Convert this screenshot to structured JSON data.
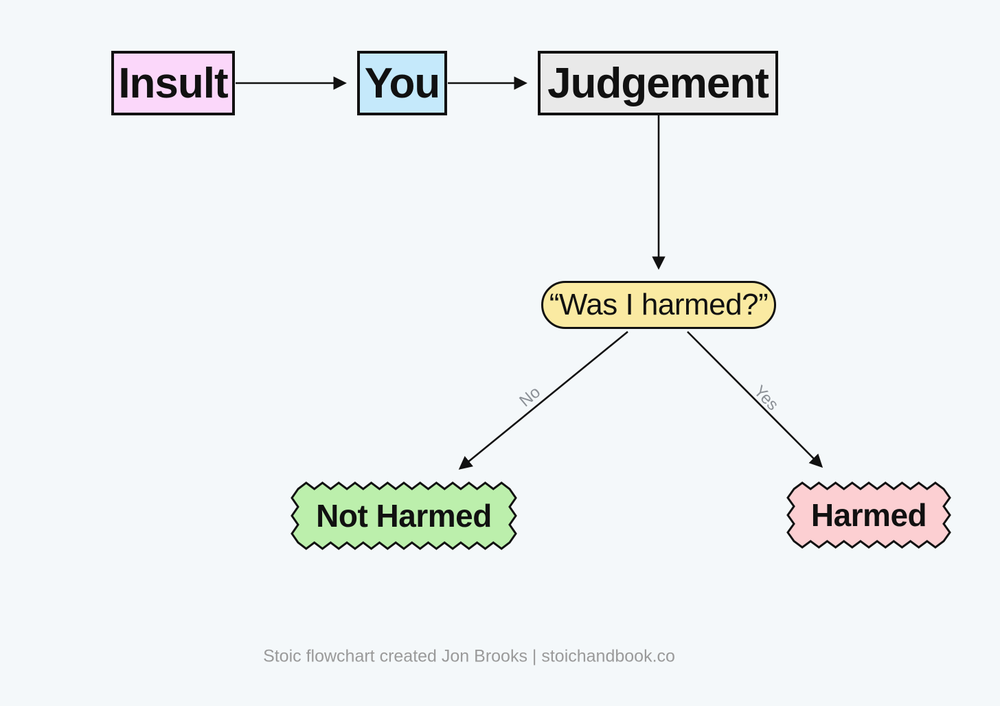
{
  "canvas": {
    "background": "#F4F8FA"
  },
  "nodes": {
    "insult": {
      "label": "Insult",
      "fill": "#FBD7FA"
    },
    "you": {
      "label": "You",
      "fill": "#C5E9FB"
    },
    "judgement": {
      "label": "Judgement",
      "fill": "#E9E9E9"
    },
    "question": {
      "label": "“Was I harmed?”",
      "fill": "#FAEAA2"
    },
    "not_harmed": {
      "label": "Not Harmed",
      "fill": "#BCEFAC"
    },
    "harmed": {
      "label": "Harmed",
      "fill": "#FCCFD2"
    }
  },
  "edges": {
    "no_label": "No",
    "yes_label": "Yes",
    "line_color": "#111111"
  },
  "footer": {
    "credit": "Stoic flowchart created Jon Brooks | stoichandbook.co"
  }
}
